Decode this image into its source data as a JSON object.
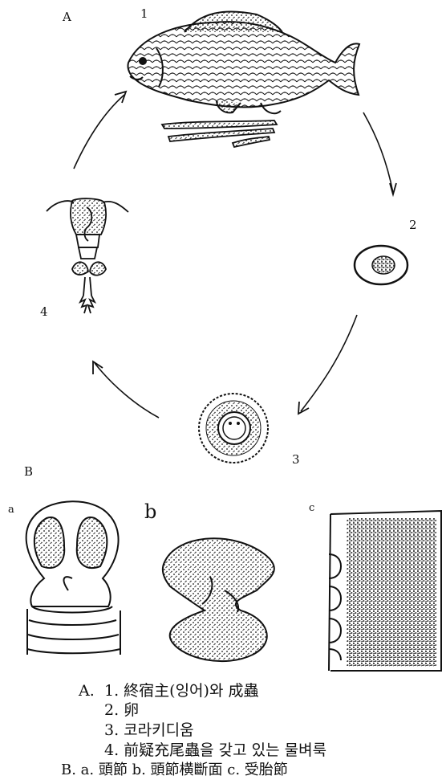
{
  "panel_a": {
    "label": "A",
    "stages": [
      "1",
      "2",
      "3",
      "4"
    ]
  },
  "panel_b": {
    "label": "B",
    "sub": [
      "a",
      "b",
      "c"
    ]
  },
  "caption": {
    "a_prefix": "A.",
    "a1": "1.  終宿主(잉어)와  成蟲",
    "a2": "2.  卵",
    "a3": "3.  코라키디움",
    "a4": "4.  前疑充尾蟲을 갖고 있는 물벼룩",
    "b_line": "B. a. 頭節   b. 頭節横斷面   c. 受胎節"
  },
  "colors": {
    "ink": "#111111",
    "paper": "#ffffff"
  }
}
